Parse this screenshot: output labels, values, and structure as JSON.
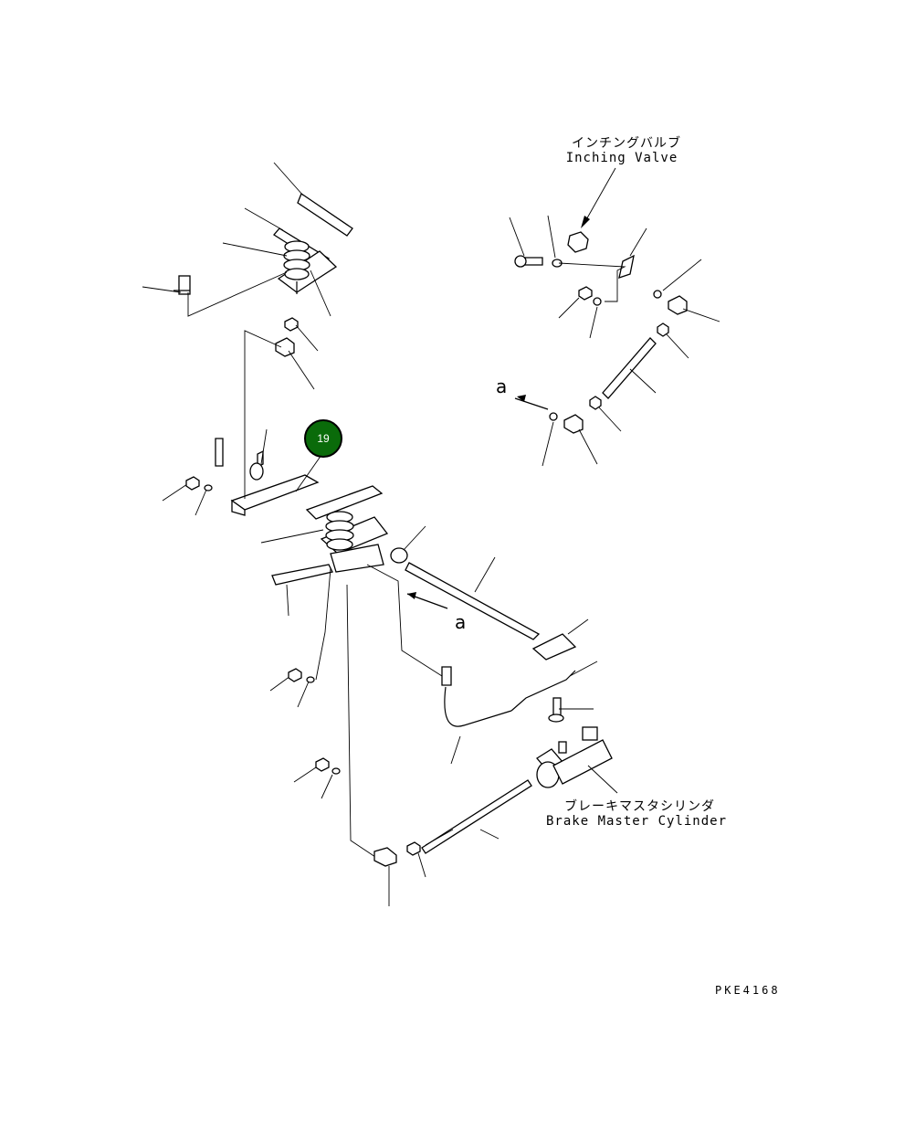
{
  "labels": {
    "inching_jp": "インチングバルブ",
    "inching_en": "Inching Valve",
    "brake_jp": "ブレーキマスタシリンダ",
    "brake_en": "Brake Master Cylinder",
    "arrow_a_top": "a",
    "arrow_a_mid": "a",
    "drawing_code": "PKE4168"
  },
  "callout": {
    "number": "19",
    "color": "#0a6b0a"
  }
}
